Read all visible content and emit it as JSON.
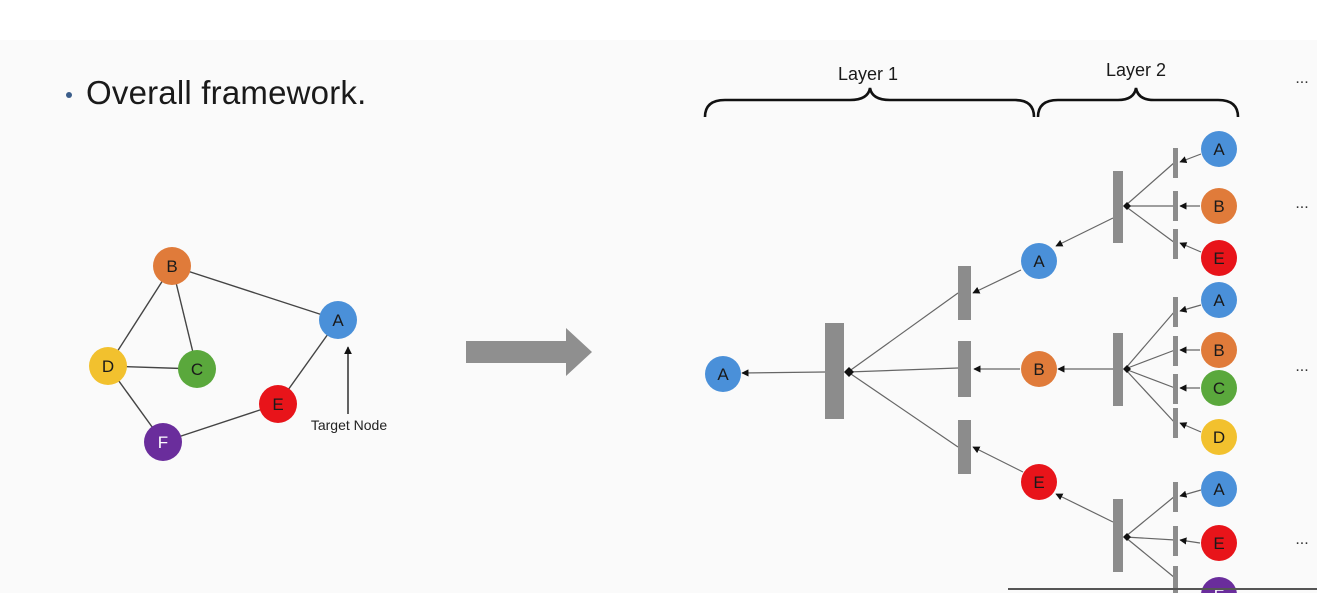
{
  "heading": "Overall framework.",
  "input_graph": {
    "nodes": [
      {
        "id": "A",
        "color": "#4a90d9"
      },
      {
        "id": "B",
        "color": "#e07b3a"
      },
      {
        "id": "C",
        "color": "#5aa83c"
      },
      {
        "id": "D",
        "color": "#f2c12e"
      },
      {
        "id": "E",
        "color": "#e8141a"
      },
      {
        "id": "F",
        "color": "#6a2d9c"
      }
    ],
    "edges": [
      [
        "B",
        "D"
      ],
      [
        "B",
        "C"
      ],
      [
        "B",
        "A"
      ],
      [
        "D",
        "C"
      ],
      [
        "D",
        "F"
      ],
      [
        "F",
        "E"
      ],
      [
        "E",
        "A"
      ]
    ],
    "target_label": "Target Node"
  },
  "layers": {
    "layer1": "Layer 1",
    "layer2": "Layer 2",
    "ellipsis": "..."
  },
  "tree": {
    "root": "A",
    "level1": [
      "A",
      "B",
      "E"
    ],
    "level2": [
      [
        "A",
        "B",
        "E"
      ],
      [
        "A",
        "B",
        "C",
        "D"
      ],
      [
        "A",
        "E",
        "F"
      ]
    ]
  },
  "colors": {
    "A": "#4a90d9",
    "B": "#e07b3a",
    "C": "#5aa83c",
    "D": "#f2c12e",
    "E": "#e8141a",
    "F": "#6a2d9c",
    "aggregator": "#8c8c8c",
    "arrow": "#8f8f8f"
  }
}
